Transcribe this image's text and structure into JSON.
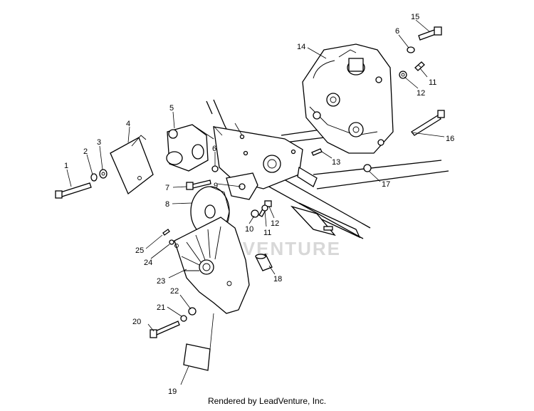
{
  "diagram": {
    "callouts": [
      {
        "id": "c1",
        "label": "1"
      },
      {
        "id": "c2",
        "label": "2"
      },
      {
        "id": "c3",
        "label": "3"
      },
      {
        "id": "c4",
        "label": "4"
      },
      {
        "id": "c5",
        "label": "5"
      },
      {
        "id": "c6a",
        "label": "6"
      },
      {
        "id": "c6b",
        "label": "6"
      },
      {
        "id": "c7",
        "label": "7"
      },
      {
        "id": "c8",
        "label": "8"
      },
      {
        "id": "c9",
        "label": "9"
      },
      {
        "id": "c10",
        "label": "10"
      },
      {
        "id": "c11a",
        "label": "11"
      },
      {
        "id": "c11b",
        "label": "11"
      },
      {
        "id": "c12a",
        "label": "12"
      },
      {
        "id": "c12b",
        "label": "12"
      },
      {
        "id": "c13",
        "label": "13"
      },
      {
        "id": "c14",
        "label": "14"
      },
      {
        "id": "c15",
        "label": "15"
      },
      {
        "id": "c16",
        "label": "16"
      },
      {
        "id": "c17",
        "label": "17"
      },
      {
        "id": "c18",
        "label": "18"
      },
      {
        "id": "c19",
        "label": "19"
      },
      {
        "id": "c20",
        "label": "20"
      },
      {
        "id": "c21",
        "label": "21"
      },
      {
        "id": "c22",
        "label": "22"
      },
      {
        "id": "c23",
        "label": "23"
      },
      {
        "id": "c24",
        "label": "24"
      },
      {
        "id": "c25",
        "label": "25"
      }
    ],
    "watermark": "LEADVENTURE",
    "footer": "Rendered by LeadVenture, Inc."
  }
}
